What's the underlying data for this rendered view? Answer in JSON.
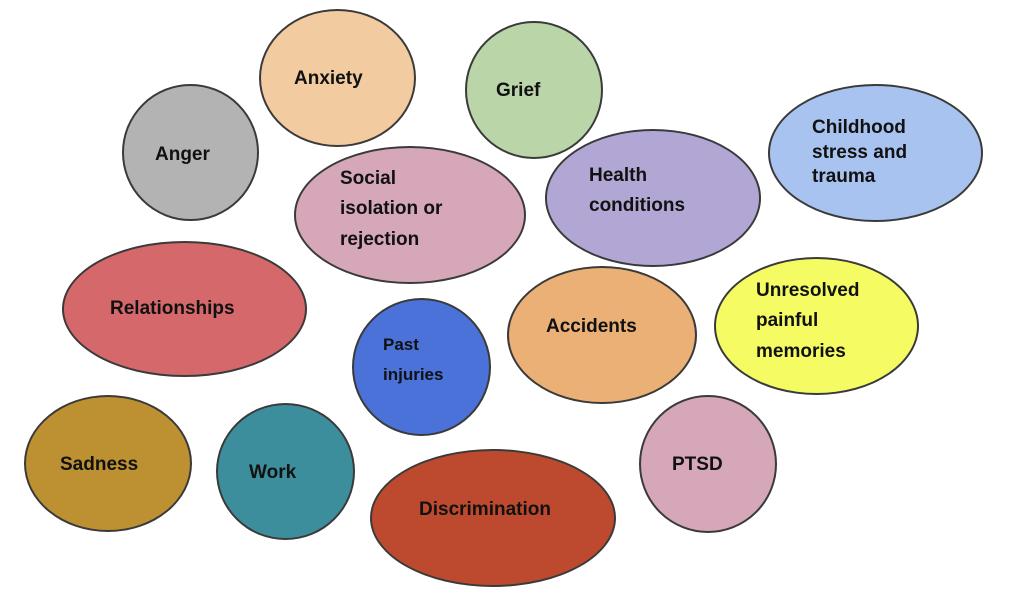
{
  "bubbles": {
    "anxiety": {
      "label": "Anxiety",
      "color": "#f3cba1"
    },
    "grief": {
      "label": "Grief",
      "color": "#bad6a9"
    },
    "anger": {
      "label": "Anger",
      "color": "#b3b3b3"
    },
    "childhood": {
      "label": "Childhood\nstress and\ntrauma",
      "color": "#a9c3f1"
    },
    "social": {
      "label": "Social\nisolation     or\nrejection",
      "color": "#d5a7b8"
    },
    "health": {
      "label": "Health\nconditions",
      "color": "#b2a7d4"
    },
    "relationships": {
      "label": "Relationships",
      "color": "#d5686a"
    },
    "unresolved": {
      "label": "Unresolved\npainful\nmemories",
      "color": "#f5fc63"
    },
    "accidents": {
      "label": "Accidents",
      "color": "#ebb076"
    },
    "past": {
      "label": "Past\ninjuries",
      "color": "#4a72d8"
    },
    "sadness": {
      "label": "Sadness",
      "color": "#bd9031"
    },
    "work": {
      "label": "Work",
      "color": "#3d8e9d"
    },
    "ptsd": {
      "label": "PTSD",
      "color": "#d5a7b8"
    },
    "discrimination": {
      "label": "Discrimination",
      "color": "#bd4a2e"
    }
  }
}
